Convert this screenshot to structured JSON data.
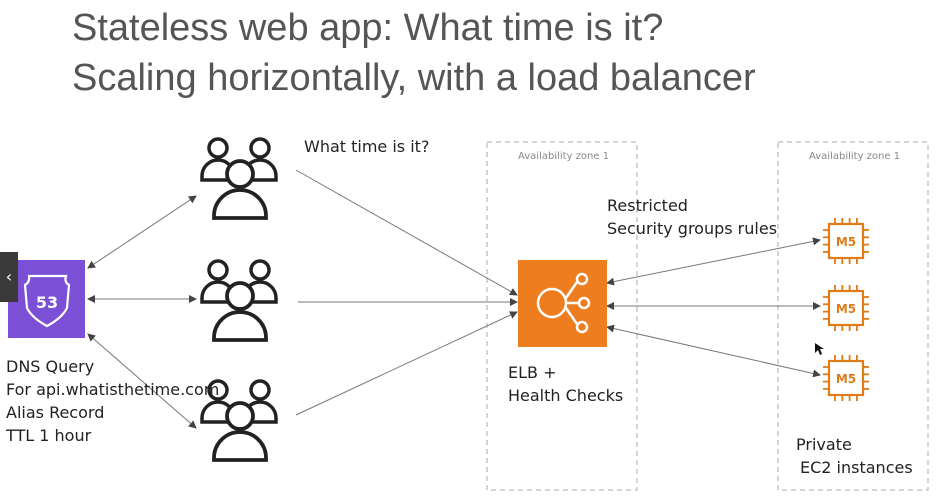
{
  "title": {
    "line1": "Stateless web app: What time is it?",
    "line2": "Scaling horizontally, with a load balancer"
  },
  "question": "What time is it?",
  "route53": {
    "number": "53",
    "icon": "route53-icon",
    "color": "#7b4fd6"
  },
  "dns": {
    "line1": "DNS Query",
    "line2": "For api.whatisthetime.com",
    "line3": "Alias Record",
    "line4": "TTL 1 hour"
  },
  "az1": {
    "label": "Availability zone 1"
  },
  "az2": {
    "label": "Availability zone 1"
  },
  "elb": {
    "icon": "elb-icon",
    "color": "#ed7d1f",
    "line1": "ELB +",
    "line2": "Health Checks"
  },
  "security": {
    "line1": "Restricted",
    "line2": "Security groups rules"
  },
  "instances": [
    {
      "label": "M5"
    },
    {
      "label": "M5"
    },
    {
      "label": "M5"
    }
  ],
  "ec2": {
    "line1": "Private",
    "line2": "EC2 instances"
  },
  "edge_tab": {
    "glyph": "‹"
  },
  "colors": {
    "instance": "#e07b1a",
    "arrow": "#777777",
    "az_border": "#aaaaaa"
  }
}
